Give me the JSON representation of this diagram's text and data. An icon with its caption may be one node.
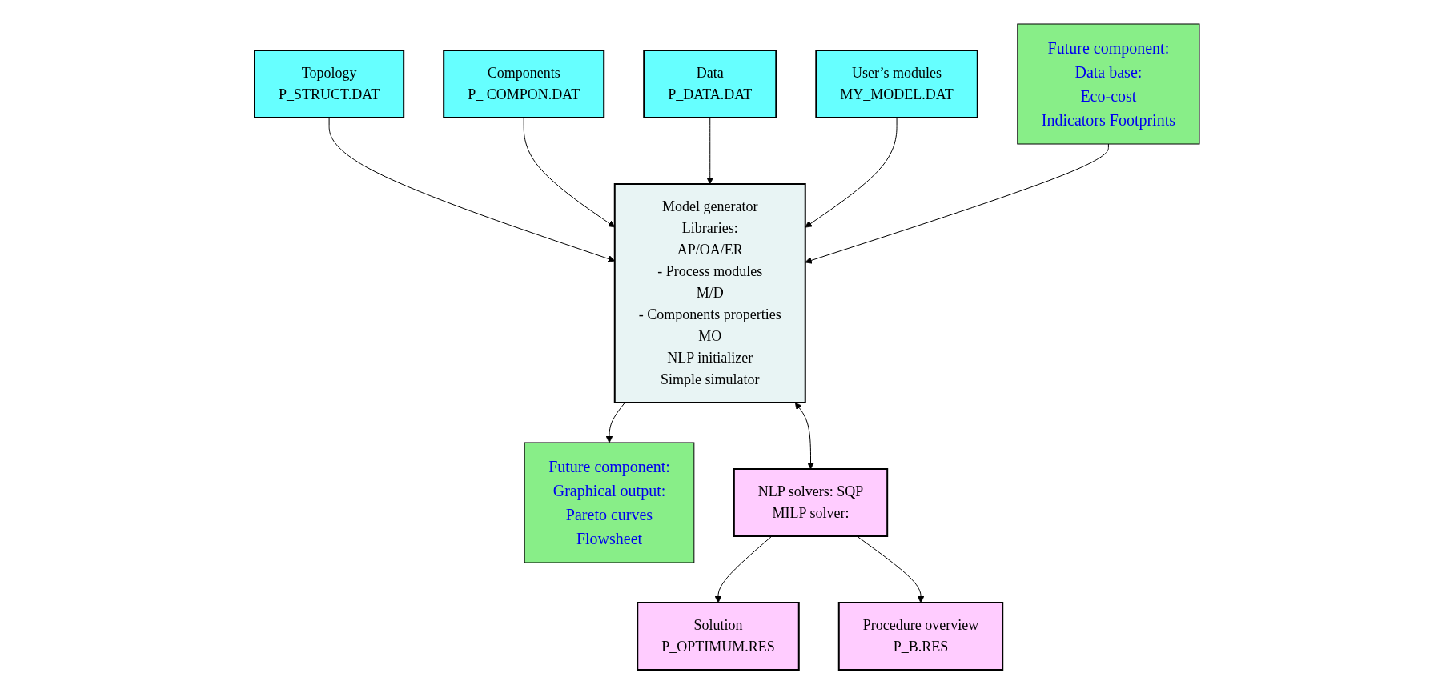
{
  "diagram": {
    "nodes": [
      {
        "text": [
          "Topology",
          "P_STRUCT.DAT"
        ]
      },
      {
        "text": [
          "Components",
          "P_ COMPON.DAT"
        ]
      },
      {
        "text": [
          "Data",
          "P_DATA.DAT"
        ]
      },
      {
        "text": [
          "User’s modules",
          "MY_MODEL.DAT"
        ]
      },
      {
        "text": [
          "Future component:",
          "Data base:",
          "Eco-cost",
          "Indicators Footprints"
        ]
      },
      {
        "text": [
          "Model generator",
          "Libraries:",
          "AP/OA/ER",
          "- Process modules",
          "M/D",
          "- Components properties",
          "MO",
          "NLP initializer",
          "Simple simulator"
        ]
      },
      {
        "text": [
          "Future component:",
          "Graphical output:",
          "Pareto curves",
          "Flowsheet"
        ]
      },
      {
        "text": [
          "NLP solvers: SQP",
          "MILP solver:"
        ]
      },
      {
        "text": [
          "Solution",
          "P_OPTIMUM.RES"
        ]
      },
      {
        "text": [
          "Procedure overview",
          "P_B.RES"
        ]
      }
    ],
    "edges": [
      {
        "from": 0,
        "to": 5,
        "arrow": "to"
      },
      {
        "from": 1,
        "to": 5,
        "arrow": "to"
      },
      {
        "from": 2,
        "to": 5,
        "arrow": "to"
      },
      {
        "from": 3,
        "to": 5,
        "arrow": "to"
      },
      {
        "from": 4,
        "to": 5,
        "arrow": "to"
      },
      {
        "from": 5,
        "to": 6,
        "arrow": "to"
      },
      {
        "from": 5,
        "to": 7,
        "arrow": "both"
      },
      {
        "from": 7,
        "to": 8,
        "arrow": "to"
      },
      {
        "from": 7,
        "to": 9,
        "arrow": "to"
      }
    ]
  }
}
